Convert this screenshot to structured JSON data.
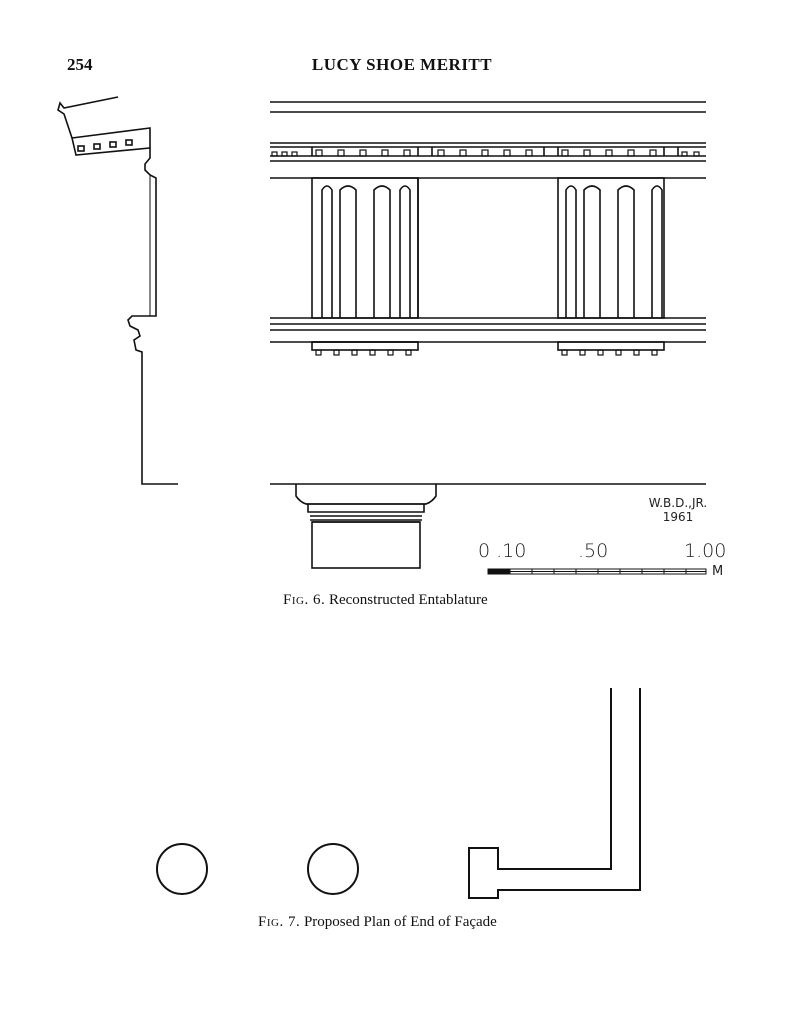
{
  "header": {
    "page_number": "254",
    "running_head": "LUCY SHOE MERITT"
  },
  "figure6": {
    "label": "Fig. 6.",
    "caption": "Reconstructed Entablature",
    "signature_line1": "W.B.D.,JR.",
    "signature_line2": "1961",
    "scale": {
      "labels": [
        "0 .10",
        ".50",
        "1.00"
      ],
      "unit": "M"
    }
  },
  "figure7": {
    "label": "Fig. 7.",
    "caption": "Proposed Plan of End of Façade"
  }
}
